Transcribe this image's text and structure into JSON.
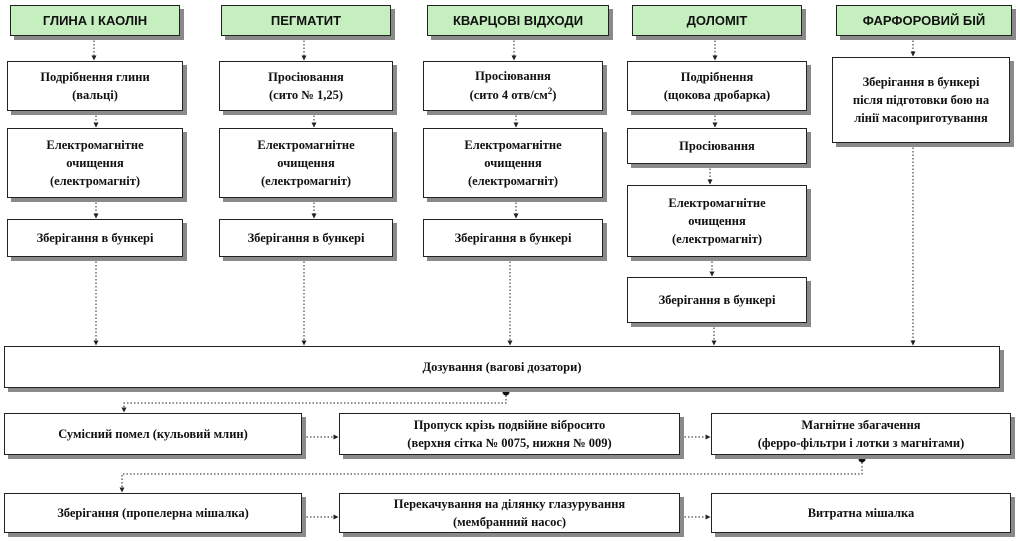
{
  "headers": {
    "clay": "ГЛИНА І КАОЛІН",
    "pegmatite": "ПЕГМАТИТ",
    "quartz": "КВАРЦОВІ ВІДХОДИ",
    "dolomite": "ДОЛОМІТ",
    "porcelain": "ФАРФОРОВИЙ БІЙ"
  },
  "clay": {
    "crush_line1": "Подрібнення глини",
    "crush_line2": "(вальці)",
    "magnet_line1": "Електромагнітне",
    "magnet_line2": "очищення",
    "magnet_line3": "(електромагніт)",
    "storage": "Зберігання в бункері"
  },
  "pegmatite": {
    "sieve_line1": "Просіювання",
    "sieve_line2": "(сито № 1,25)",
    "magnet_line1": "Електромагнітне",
    "magnet_line2": "очищення",
    "magnet_line3": "(електромагніт)",
    "storage": "Зберігання в бункері"
  },
  "quartz": {
    "sieve_line1": "Просіювання",
    "sieve_line2": "(сито 4 отв/см",
    "sieve_sup": "2",
    "sieve_close": ")",
    "magnet_line1": "Електромагнітне",
    "magnet_line2": "очищення",
    "magnet_line3": "(електромагніт)",
    "storage": "Зберігання в бункері"
  },
  "dolomite": {
    "crush_line1": "Подрібнення",
    "crush_line2": "(щокова дробарка)",
    "sieve": "Просіювання",
    "magnet_line1": "Електромагнітне",
    "magnet_line2": "очищення",
    "magnet_line3": "(електромагніт)",
    "storage": "Зберігання в бункері"
  },
  "porcelain": {
    "store_line1": "Зберігання в бункері",
    "store_line2": "після підготовки бою на",
    "store_line3": "лінії масоприготування"
  },
  "dosing": "Дозування (вагові дозатори)",
  "row1": {
    "grinding": "Сумісний помел (кульовий млин)",
    "vibro_line1": "Пропуск крізь подвійне вібросито",
    "vibro_line2": "(верхня сітка № 0075, нижня № 009)",
    "magnetic_line1": "Магнітне збагачення",
    "magnetic_line2": "(ферро-фільтри і лотки з магнітами)"
  },
  "row2": {
    "storage": "Зберігання (пропелерна мішалка)",
    "pump_line1": "Перекачування на ділянку глазурування",
    "pump_line2": "(мембранний насос)",
    "mixer": "Витратна мішалка"
  },
  "colors": {
    "header_fill": "#c6efc0",
    "shadow": "#8a8a8a",
    "border": "#222222"
  }
}
